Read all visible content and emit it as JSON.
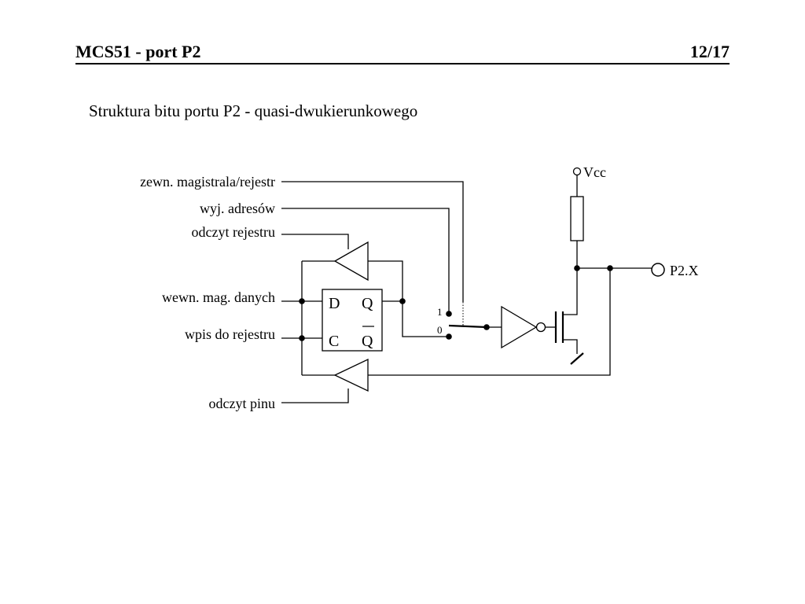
{
  "header": {
    "title": "MCS51 - port P2",
    "page": "12/17"
  },
  "subtitle": "Struktura bitu portu P2 - quasi-dwukierunkowego",
  "diagram": {
    "labels": {
      "ext_bus": "zewn. magistrala/rejestr",
      "addr_out": "wyj. adresów",
      "reg_read": "odczyt rejestru",
      "int_bus": "wewn. mag. danych",
      "reg_write": "wpis do rejestru",
      "pin_read": "odczyt pinu",
      "vcc": "Vcc",
      "port_pin": "P2.X"
    },
    "flipflop": {
      "d": "D",
      "q": "Q",
      "c": "C",
      "qbar": "Q"
    },
    "mux": {
      "input1": "1",
      "input0": "0"
    }
  }
}
